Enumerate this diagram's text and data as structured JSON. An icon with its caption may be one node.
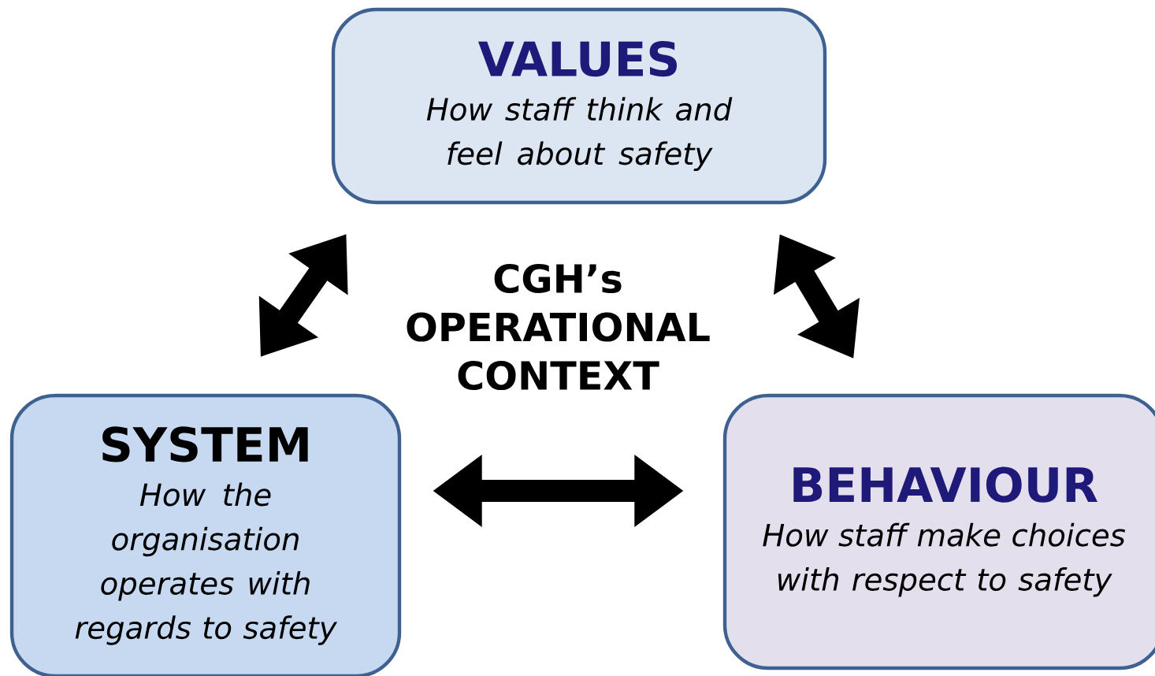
{
  "diagram": {
    "nodes": [
      {
        "text": [
          "VALUES",
          "How staff think and feel about safety"
        ]
      },
      {
        "text": [
          "SYSTEM",
          "How the organisation operates with regards to safety"
        ]
      },
      {
        "text": [
          "BEHAVIOUR",
          "How staff make choices with respect to safety"
        ]
      }
    ],
    "edges": [
      {
        "from": 0,
        "to": 1,
        "arrow": "both"
      },
      {
        "from": 0,
        "to": 2,
        "arrow": "both"
      },
      {
        "from": 1,
        "to": 2,
        "arrow": "both"
      }
    ],
    "labels": [
      "CGH’s OPERATIONAL CONTEXT"
    ]
  }
}
